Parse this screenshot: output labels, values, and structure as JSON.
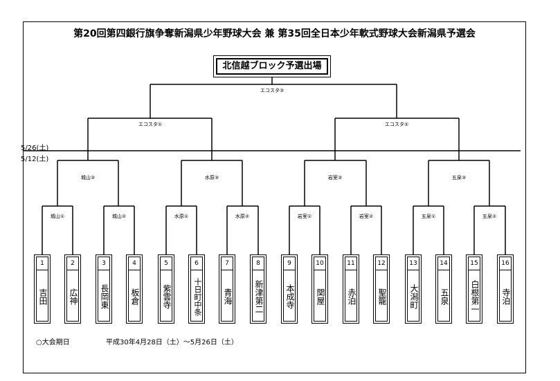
{
  "title": "第20回第四銀行旗争奪新潟県少年野球大会 兼 第35回全日本少年軟式野球大会新潟県予選会",
  "champion_label": "北信越ブロック予選出場",
  "dates": {
    "upper": "5/26(土)",
    "lower": "5/12(土)"
  },
  "venues": {
    "final": "エコスタ③",
    "semi_left": "エコスタ①",
    "semi_right": "エコスタ②",
    "qf": [
      "城山③",
      "水原③",
      "岩室③",
      "五泉③"
    ],
    "r1": [
      "城山①",
      "城山②",
      "水原①",
      "水原②",
      "岩室①",
      "岩室②",
      "五泉①",
      "五泉②"
    ]
  },
  "teams": [
    {
      "num": "1",
      "name": "吉田"
    },
    {
      "num": "2",
      "name": "広神"
    },
    {
      "num": "3",
      "name": "長岡東"
    },
    {
      "num": "4",
      "name": "板倉"
    },
    {
      "num": "5",
      "name": "紫雲寺"
    },
    {
      "num": "6",
      "name": "十日町中条"
    },
    {
      "num": "7",
      "name": "青海"
    },
    {
      "num": "8",
      "name": "新津第二"
    },
    {
      "num": "9",
      "name": "本成寺"
    },
    {
      "num": "10",
      "name": "関屋"
    },
    {
      "num": "11",
      "name": "赤泊"
    },
    {
      "num": "12",
      "name": "聖籠"
    },
    {
      "num": "13",
      "name": "大潟町"
    },
    {
      "num": "14",
      "name": "五泉"
    },
    {
      "num": "15",
      "name": "白根第一"
    },
    {
      "num": "16",
      "name": "寺泊"
    }
  ],
  "footer": {
    "event_label": "○大会期日",
    "period": "平成30年4月28日（土）～5月26日（土）"
  }
}
